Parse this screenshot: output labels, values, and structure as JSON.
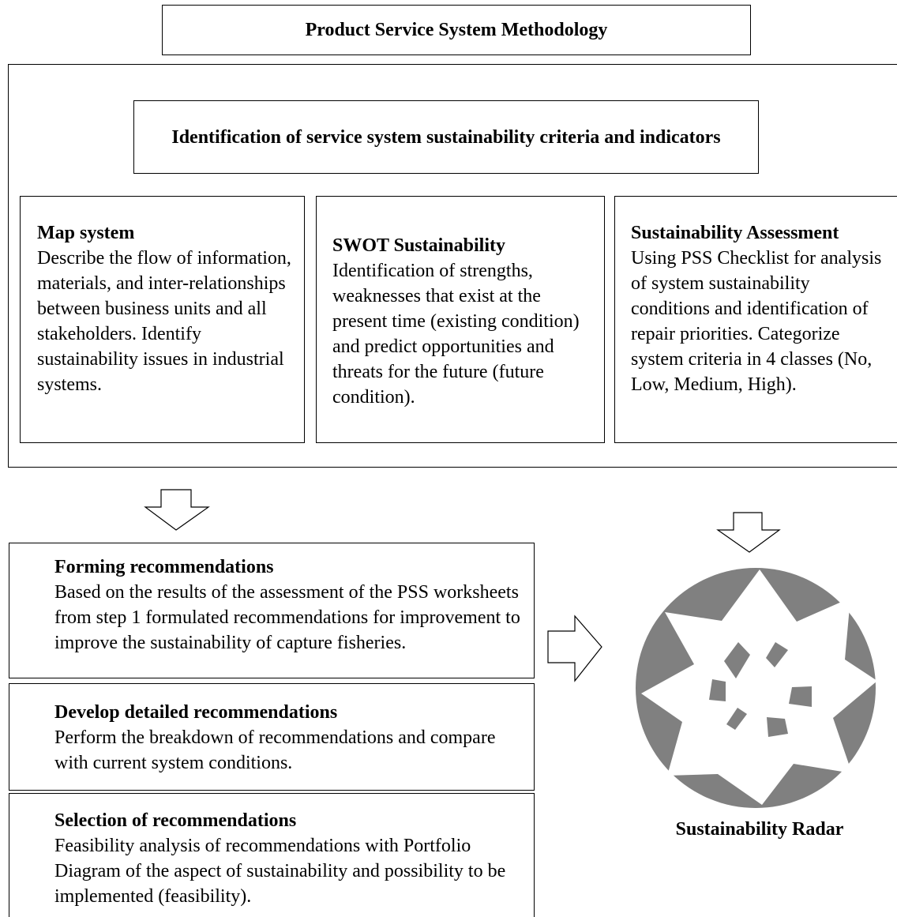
{
  "header": {
    "title": "Product Service System Methodology"
  },
  "identification": {
    "title": "Identification of service system sustainability criteria and indicators"
  },
  "steps": [
    {
      "heading": "Map system",
      "description": "Describe the flow of information, materials, and inter-relationships between business units and all stakeholders. Identify sustainability issues in industrial systems."
    },
    {
      "heading": "SWOT Sustainability",
      "description": "Identification of strengths, weaknesses that exist at the present time (existing condition) and predict opportunities and threats for the future (future condition)."
    },
    {
      "heading": "Sustainability Assessment",
      "description": "Using PSS Checklist for analysis of system sustainability conditions and identification of repair priorities. Categorize system criteria in 4 classes (No, Low, Medium, High)."
    }
  ],
  "recommendations": [
    {
      "heading": "Forming recommendations",
      "description": "Based on the results of the assessment of the PSS worksheets from step 1 formulated recommendations for improvement to improve the sustainability of capture fisheries."
    },
    {
      "heading": "Develop detailed recommendations",
      "description": "Perform the breakdown of recommendations and compare with current system conditions."
    },
    {
      "heading": "Selection of recommendations",
      "description": "Feasibility analysis of recommendations with Portfolio Diagram of the aspect of sustainability and possibility to be implemented (feasibility)."
    }
  ],
  "radar": {
    "label": "Sustainability Radar"
  },
  "colors": {
    "line": "#000000",
    "radar_fill": "#808080",
    "background": "#ffffff"
  }
}
